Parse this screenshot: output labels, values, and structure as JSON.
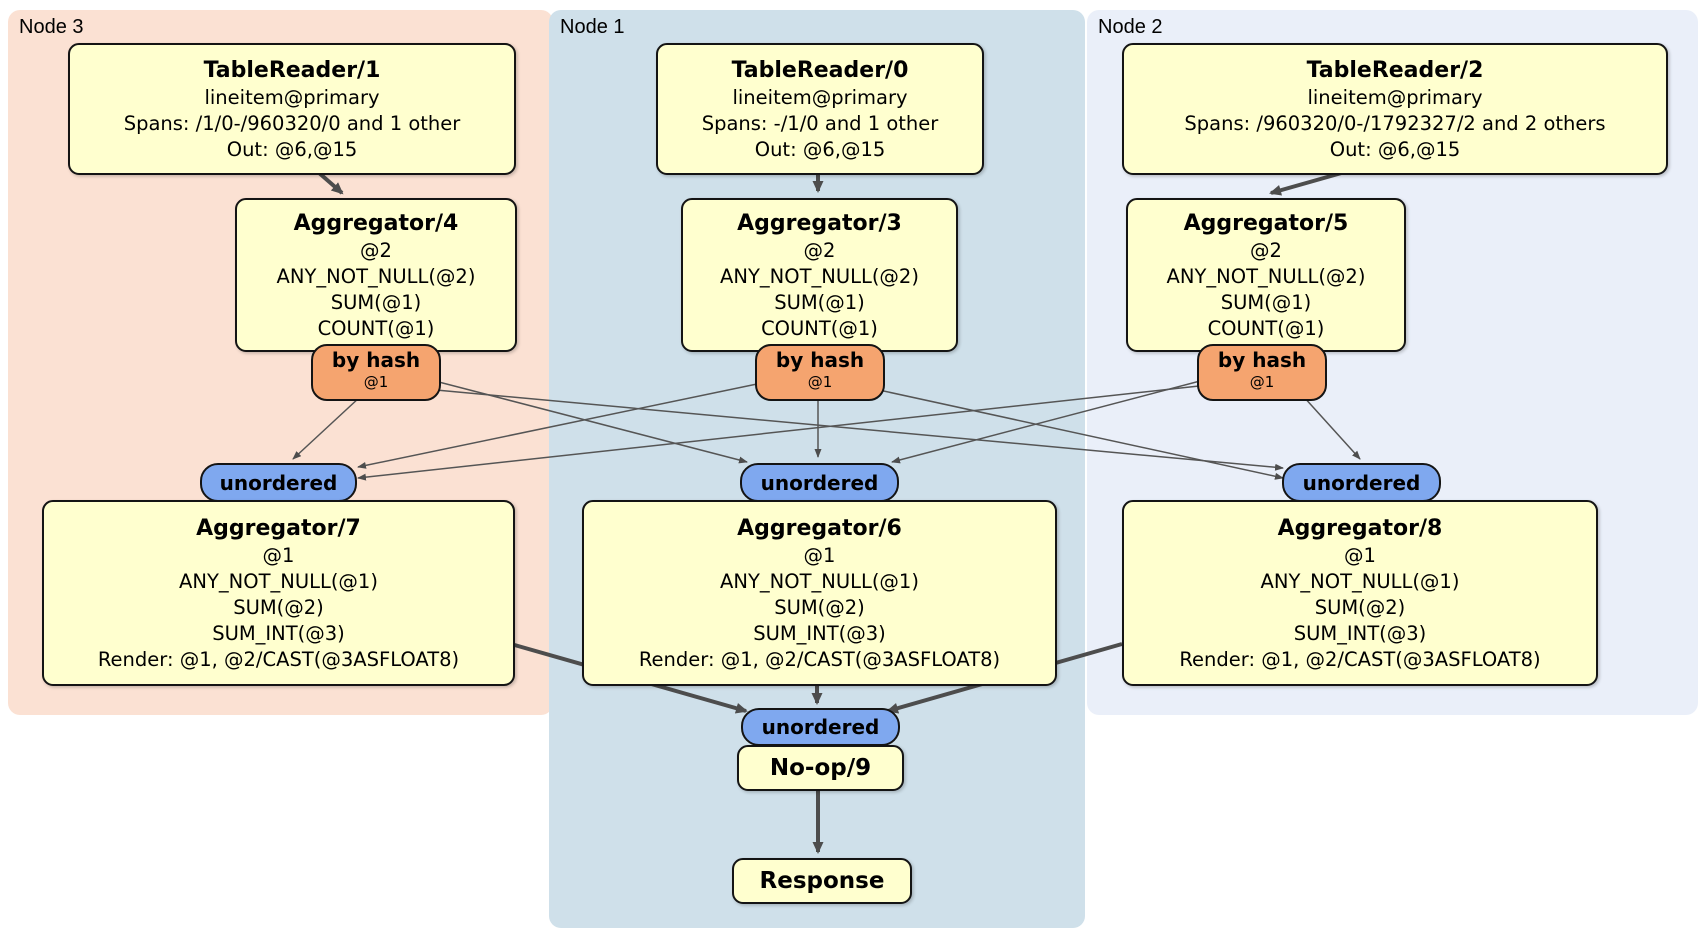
{
  "colors": {
    "node3_bg": "#fbe1d3",
    "node1_bg": "#cfe0ea",
    "node2_bg": "#eaeff9",
    "box_bg": "#ffffcf",
    "router_bg": "#f5a46f",
    "sync_bg": "#7fa8ef",
    "edge": "#4d4d4d"
  },
  "groups": {
    "node3": {
      "label": "Node 3"
    },
    "node1": {
      "label": "Node 1"
    },
    "node2": {
      "label": "Node 2"
    }
  },
  "processors": {
    "tr1": {
      "title": "TableReader/1",
      "lines": [
        "lineitem@primary",
        "Spans: /1/0-/960320/0 and 1 other",
        "Out: @6,@15"
      ]
    },
    "tr0": {
      "title": "TableReader/0",
      "lines": [
        "lineitem@primary",
        "Spans: -/1/0 and 1 other",
        "Out: @6,@15"
      ]
    },
    "tr2": {
      "title": "TableReader/2",
      "lines": [
        "lineitem@primary",
        "Spans: /960320/0-/1792327/2 and 2 others",
        "Out: @6,@15"
      ]
    },
    "agg4": {
      "title": "Aggregator/4",
      "lines": [
        "@2",
        "ANY_NOT_NULL(@2)",
        "SUM(@1)",
        "COUNT(@1)"
      ]
    },
    "agg3": {
      "title": "Aggregator/3",
      "lines": [
        "@2",
        "ANY_NOT_NULL(@2)",
        "SUM(@1)",
        "COUNT(@1)"
      ]
    },
    "agg5": {
      "title": "Aggregator/5",
      "lines": [
        "@2",
        "ANY_NOT_NULL(@2)",
        "SUM(@1)",
        "COUNT(@1)"
      ]
    },
    "agg7": {
      "title": "Aggregator/7",
      "lines": [
        "@1",
        "ANY_NOT_NULL(@1)",
        "SUM(@2)",
        "SUM_INT(@3)",
        "Render: @1, @2/CAST(@3ASFLOAT8)"
      ]
    },
    "agg6": {
      "title": "Aggregator/6",
      "lines": [
        "@1",
        "ANY_NOT_NULL(@1)",
        "SUM(@2)",
        "SUM_INT(@3)",
        "Render: @1, @2/CAST(@3ASFLOAT8)"
      ]
    },
    "agg8": {
      "title": "Aggregator/8",
      "lines": [
        "@1",
        "ANY_NOT_NULL(@1)",
        "SUM(@2)",
        "SUM_INT(@3)",
        "Render: @1, @2/CAST(@3ASFLOAT8)"
      ]
    },
    "noop": {
      "title": "No-op/9"
    },
    "response": {
      "title": "Response"
    }
  },
  "router": {
    "label": "by hash",
    "key": "@1"
  },
  "sync": {
    "label": "unordered"
  }
}
